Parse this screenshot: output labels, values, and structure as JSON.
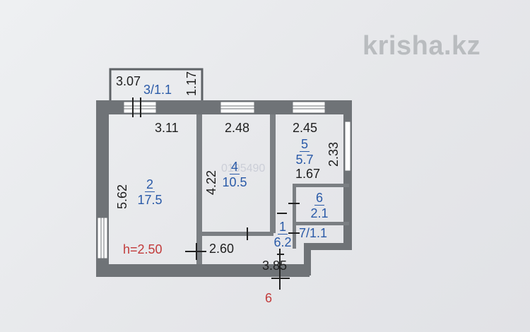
{
  "watermark": "krisha.kz",
  "faint_overlay": "0105490",
  "dimensions": {
    "balcony_width": "3.07",
    "balcony_depth": "1.17",
    "room2_width": "3.11",
    "room2_length": "5.62",
    "room4_width": "2.48",
    "room4_length": "4.22",
    "room5_width": "2.45",
    "room5_length": "2.33",
    "hall_partition": "1.67",
    "hall_width": "2.60",
    "bottom_width": "3.85"
  },
  "rooms": [
    {
      "number": "2",
      "area": "17.5"
    },
    {
      "number": "4",
      "area": "10.5"
    },
    {
      "number": "5",
      "area": "5.7"
    },
    {
      "number": "6",
      "area": "2.1"
    },
    {
      "number": "1",
      "area": "6.2"
    }
  ],
  "balcony_label": "3/1.1",
  "toilet_label": "7/1.1",
  "ceiling_height": "h=2.50",
  "entrance_number": "6",
  "colors": {
    "wall": "#6f7377",
    "room_label": "#2a5aa8",
    "red": "#c23b3b"
  }
}
